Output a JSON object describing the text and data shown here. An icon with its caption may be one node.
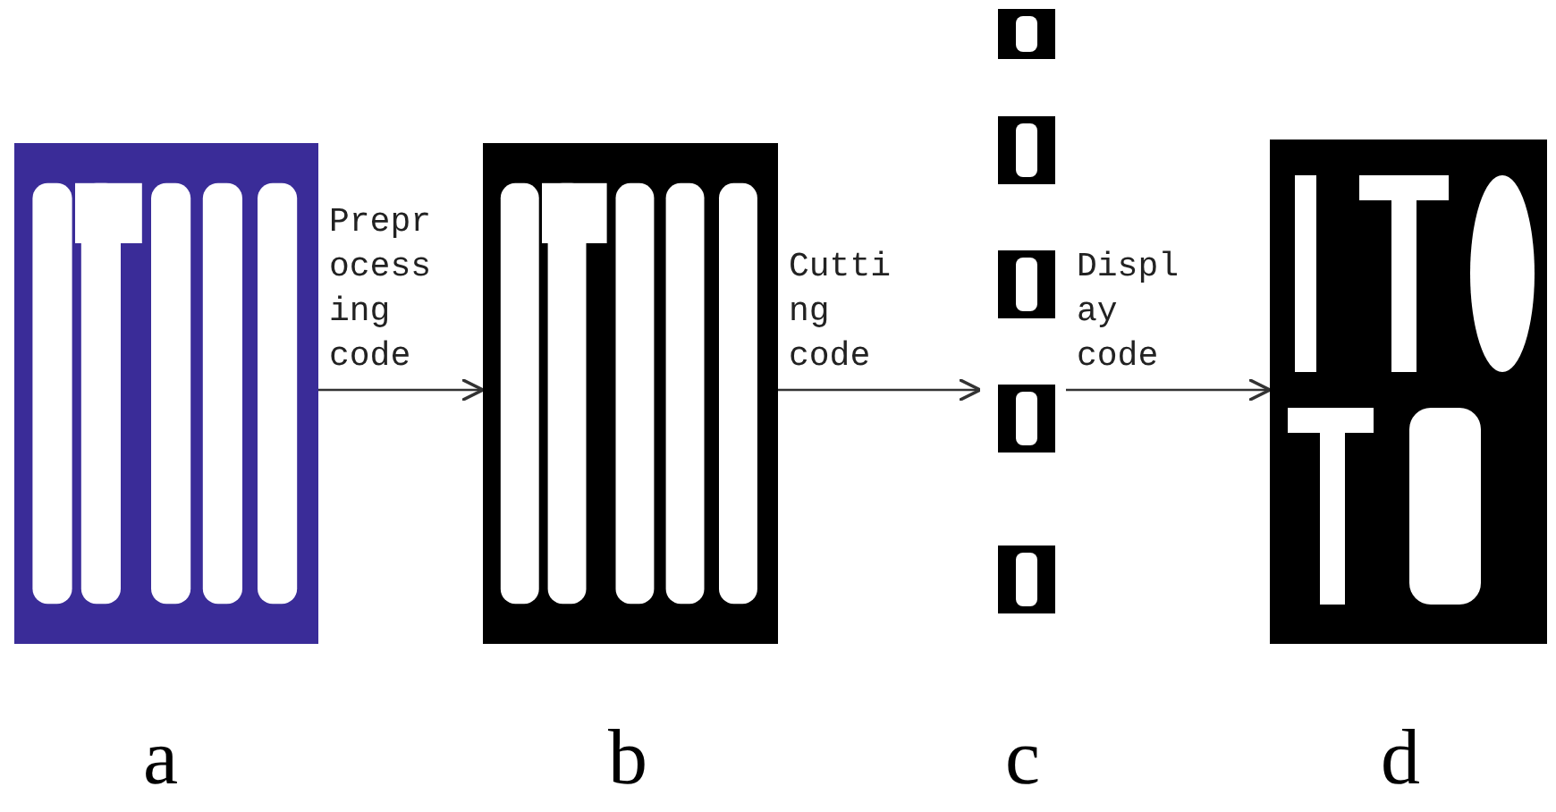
{
  "diagram": {
    "nodes": [
      {
        "text": [],
        "shape": "picture"
      },
      {
        "text": [],
        "shape": "picture"
      },
      {
        "text": [],
        "shape": "picture"
      },
      {
        "text": [],
        "shape": "picture"
      }
    ],
    "edges": [
      {
        "from": 0,
        "to": 1,
        "arrow": "to",
        "label": "Preprocessing code"
      },
      {
        "from": 1,
        "to": 2,
        "arrow": "to",
        "label": "Cutting code"
      },
      {
        "from": 2,
        "to": 3,
        "arrow": "to",
        "label": "Display code"
      }
    ],
    "labels": [
      "a",
      "b",
      "c",
      "d"
    ]
  }
}
